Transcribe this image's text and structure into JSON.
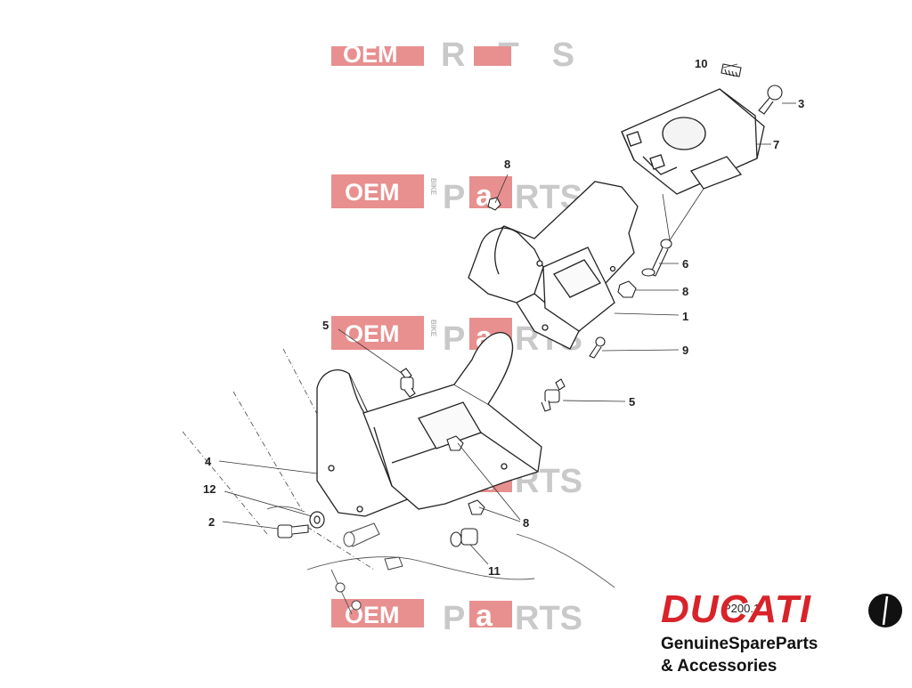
{
  "watermark": {
    "oem": "OEM",
    "bike": "BIKE",
    "parts_pre": "P",
    "parts_a": "a",
    "parts_post": "RTS"
  },
  "callouts": [
    "10",
    "3",
    "7",
    "8",
    "6",
    "8",
    "1",
    "5",
    "9",
    "5",
    "4",
    "12",
    "2",
    "8",
    "11"
  ],
  "diagram_code": "P200.1",
  "brand": {
    "logo": "DUCATI",
    "tagline_1": "GenuineSpareParts",
    "tagline_2": "& Accessories",
    "color": "#d8232a"
  },
  "icons": [
    "ducati-shield-icon"
  ]
}
